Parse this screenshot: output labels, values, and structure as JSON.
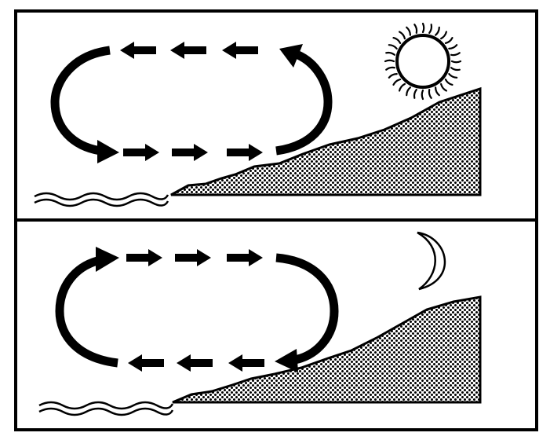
{
  "diagram": {
    "panels": [
      {
        "name": "daytime-sea-breeze",
        "celestial": "sun-icon",
        "top_flow": "toward-water",
        "bottom_flow": "toward-land"
      },
      {
        "name": "nighttime-land-breeze",
        "celestial": "moon-icon",
        "top_flow": "toward-land",
        "bottom_flow": "toward-water"
      }
    ],
    "colors": {
      "ink": "#000000",
      "paper": "#ffffff"
    }
  }
}
